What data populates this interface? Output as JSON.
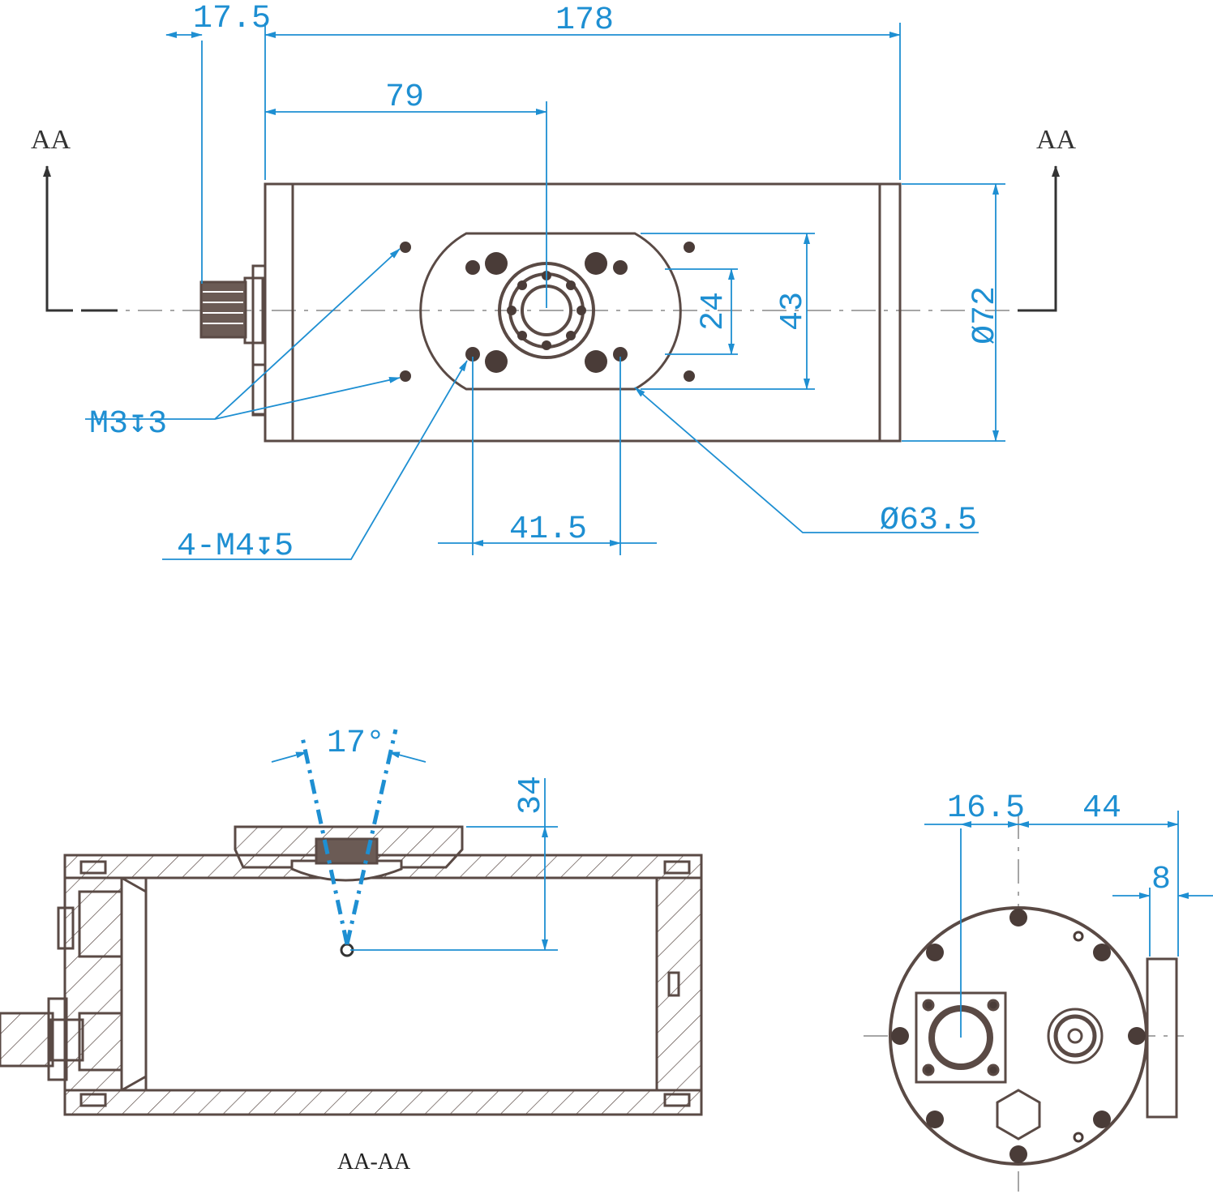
{
  "colors": {
    "dimension": "#1e8fd2",
    "outline": "#5a4a45",
    "fill": "#4a3c38",
    "black": "#222222"
  },
  "section_marks": {
    "left": "AA",
    "right": "AA"
  },
  "top_view": {
    "dim_overall_left": "17.5",
    "dim_overall_length": "178",
    "dim_center_offset": "79",
    "dim_bolt_inner": "24",
    "dim_bolt_outer": "43",
    "dim_diameter": "Ø72",
    "dim_hole_spacing": "41.5",
    "dim_flange_diameter": "Ø63.5",
    "callout_m3": "M3↧3",
    "callout_m4": "4-M4↧5"
  },
  "section_view": {
    "angle": "17°",
    "height": "34",
    "caption": "AA-AA"
  },
  "end_view": {
    "dim_left": "16.5",
    "dim_right": "44",
    "dim_small": "8"
  }
}
